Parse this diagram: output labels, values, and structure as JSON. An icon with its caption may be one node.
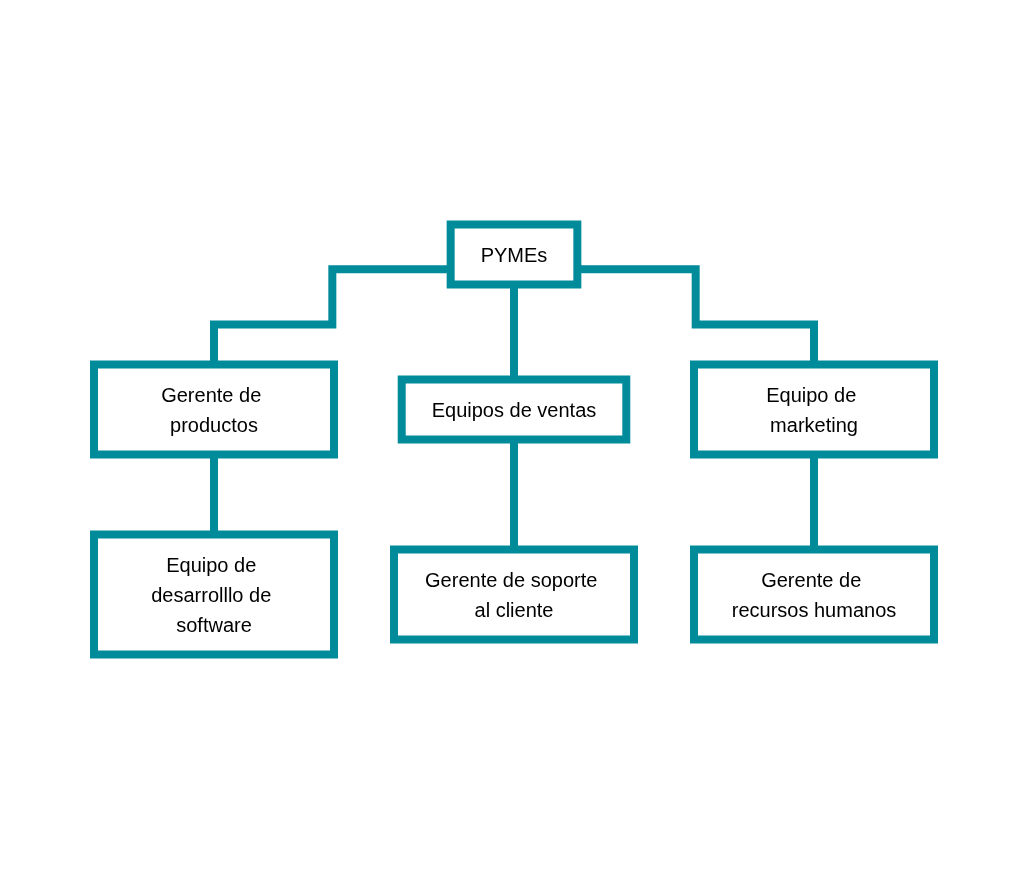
{
  "diagram": {
    "nodes": [
      {
        "text": [
          "PYMEs"
        ]
      },
      {
        "text": [
          "Gerente de productos"
        ]
      },
      {
        "text": [
          "Equipos de ventas"
        ]
      },
      {
        "text": [
          "Equipo de marketing"
        ]
      },
      {
        "text": [
          "Equipo de desarrolllo de software"
        ]
      },
      {
        "text": [
          "Gerente de soporte al cliente"
        ]
      },
      {
        "text": [
          "Gerente de recursos humanos"
        ]
      }
    ],
    "edges": [
      {
        "from": 0,
        "to": 1,
        "arrow": "none"
      },
      {
        "from": 0,
        "to": 2,
        "arrow": "none"
      },
      {
        "from": 0,
        "to": 3,
        "arrow": "none"
      },
      {
        "from": 1,
        "to": 4,
        "arrow": "none"
      },
      {
        "from": 2,
        "to": 5,
        "arrow": "none"
      },
      {
        "from": 3,
        "to": 6,
        "arrow": "none"
      }
    ]
  }
}
